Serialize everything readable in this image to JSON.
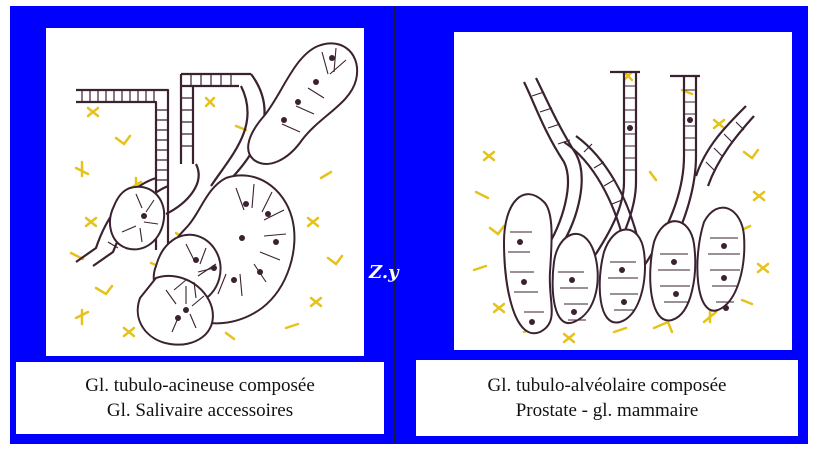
{
  "left_panel": {
    "caption_line1": "Gl. tubulo-acineuse composée",
    "caption_line2": "Gl. Salivaire accessoires"
  },
  "right_panel": {
    "caption_line1": "Gl. tubulo-alvéolaire composée",
    "caption_line2": "Prostate - gl. mammaire"
  },
  "watermark": "Z.y",
  "colors": {
    "background_panel": "#0000ff",
    "ink": "#3a2230",
    "stroma_marks": "#e6c21a"
  }
}
